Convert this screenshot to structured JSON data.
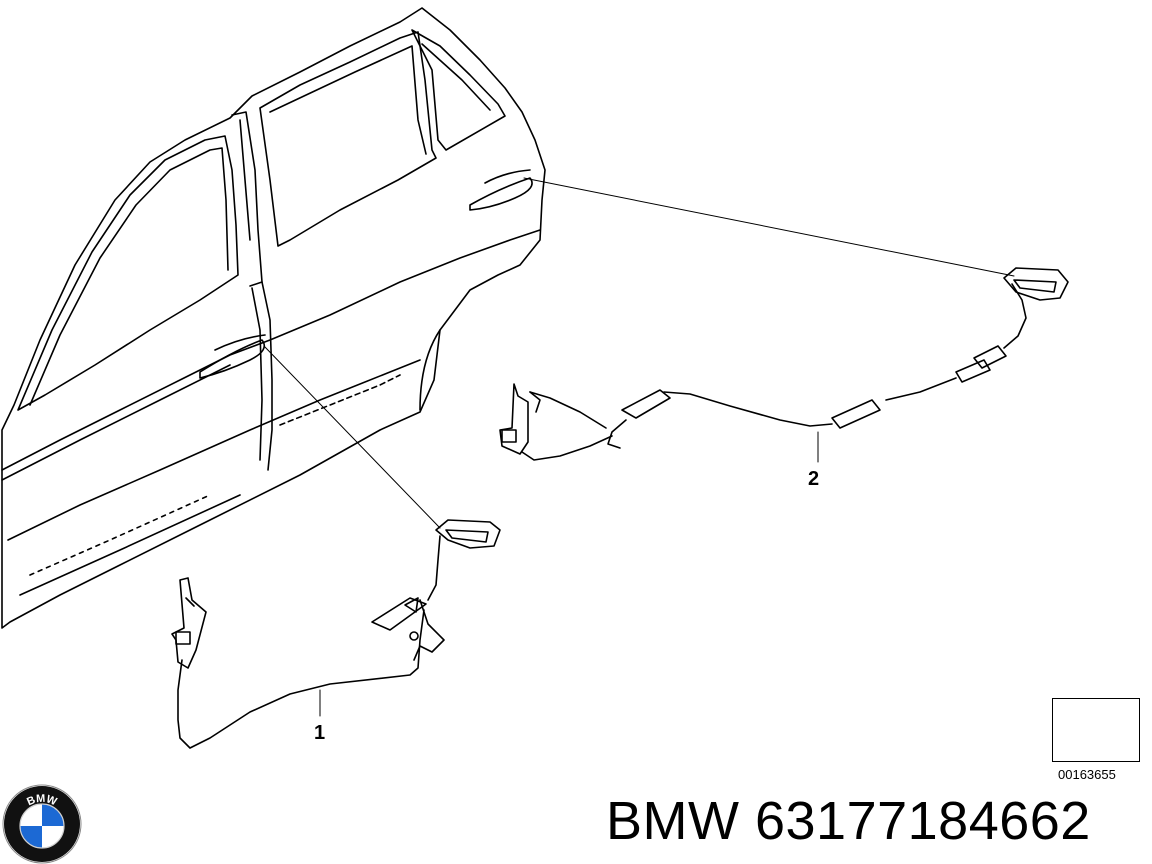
{
  "callouts": {
    "part1": "1",
    "part2": "2"
  },
  "reference_number": "00163655",
  "brand_line": "BMW 63177184662",
  "logo": {
    "icon": "bmw-roundel-icon",
    "letters": "BMW",
    "blue": "#1c69d4",
    "ring": "#111111"
  }
}
